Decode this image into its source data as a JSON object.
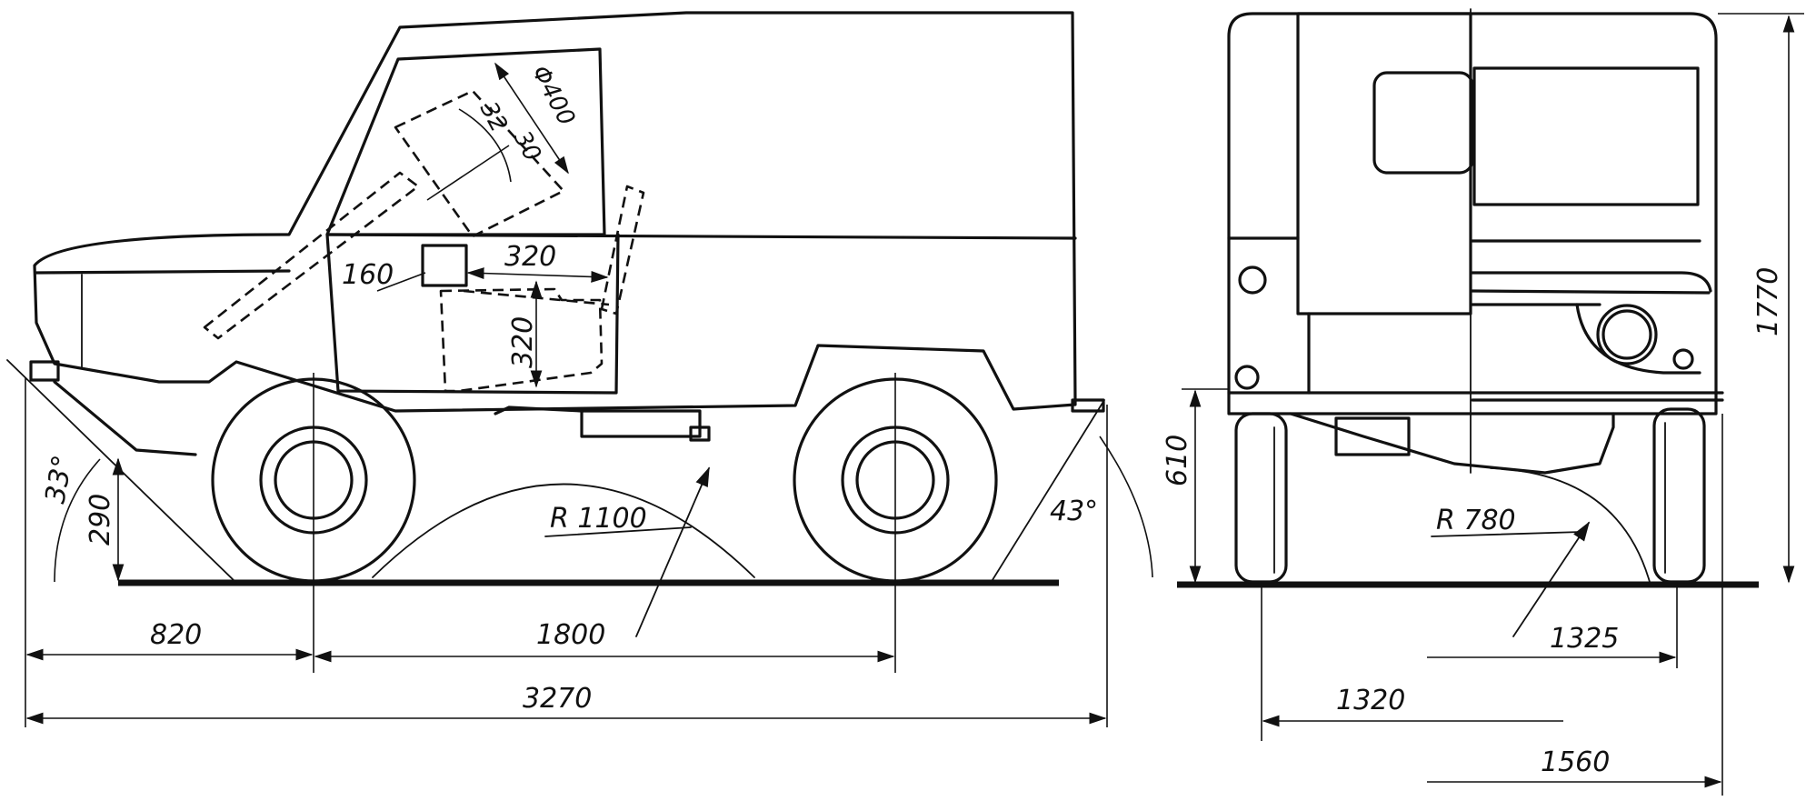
{
  "dimensions": {
    "front_overhang": "820",
    "wheelbase": "1800",
    "overall_length": "3270",
    "approach_angle": "33°",
    "departure_angle": "43°",
    "front_clearance": "290",
    "rear_height": "610",
    "side_radius": "R 1100",
    "rear_radius": "R 780",
    "overall_height": "1770",
    "track": "1325",
    "axle_width": "1320",
    "overall_width": "1560",
    "hatch_diameter": "Φ400",
    "hatch_offset": "32",
    "hatch_depth": "30",
    "handle_offset": "160",
    "door_width": "320",
    "door_height": "320"
  }
}
